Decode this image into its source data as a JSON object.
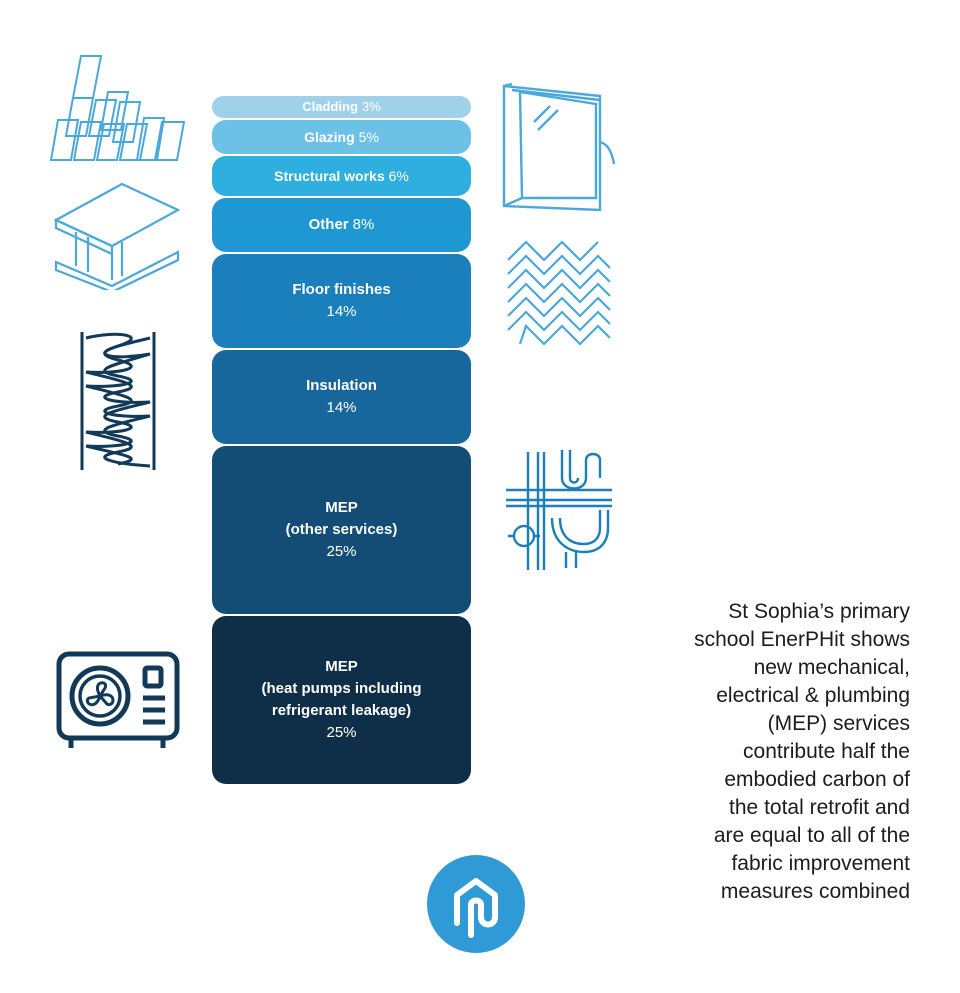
{
  "chart_data": {
    "type": "bar",
    "orientation": "stacked-vertical",
    "unit": "%",
    "segments": [
      {
        "label": "Cladding",
        "value": 3,
        "color": "#9fd2ea"
      },
      {
        "label": "Glazing",
        "value": 5,
        "color": "#6cc1e6"
      },
      {
        "label": "Structural works",
        "value": 6,
        "color": "#2faee0"
      },
      {
        "label": "Other",
        "value": 8,
        "color": "#1e97d3"
      },
      {
        "label": "Floor finishes",
        "value": 14,
        "color": "#1a7fba"
      },
      {
        "label": "Insulation",
        "value": 14,
        "color": "#17669c"
      },
      {
        "label": "MEP\n(other services)",
        "value": 25,
        "color": "#134c74"
      },
      {
        "label": "MEP\n(heat pumps including\nrefrigerant leakage)",
        "value": 25,
        "color": "#0e2f47"
      }
    ]
  },
  "caption": "St Sophia’s primary\nschool EnerPHit shows\nnew mechanical,\nelectrical & plumbing\n(MEP) services\ncontribute half the\nembodied carbon of\nthe total retrofit and\nare equal to all of the\nfabric improvement\nmeasures combined",
  "icons": {
    "cladding": "cladding-tiles-icon",
    "glazing": "window-icon",
    "structural": "steel-beam-icon",
    "floor": "herringbone-floor-icon",
    "insulation": "insulation-icon",
    "mep": "pipes-icon",
    "heat_pump": "heat-pump-icon",
    "logo": "house-p-logo"
  },
  "colors": {
    "icon_stroke": "#4aa8da",
    "heat_pump_stroke": "#123a58",
    "logo_bg": "#2f9ad6"
  }
}
